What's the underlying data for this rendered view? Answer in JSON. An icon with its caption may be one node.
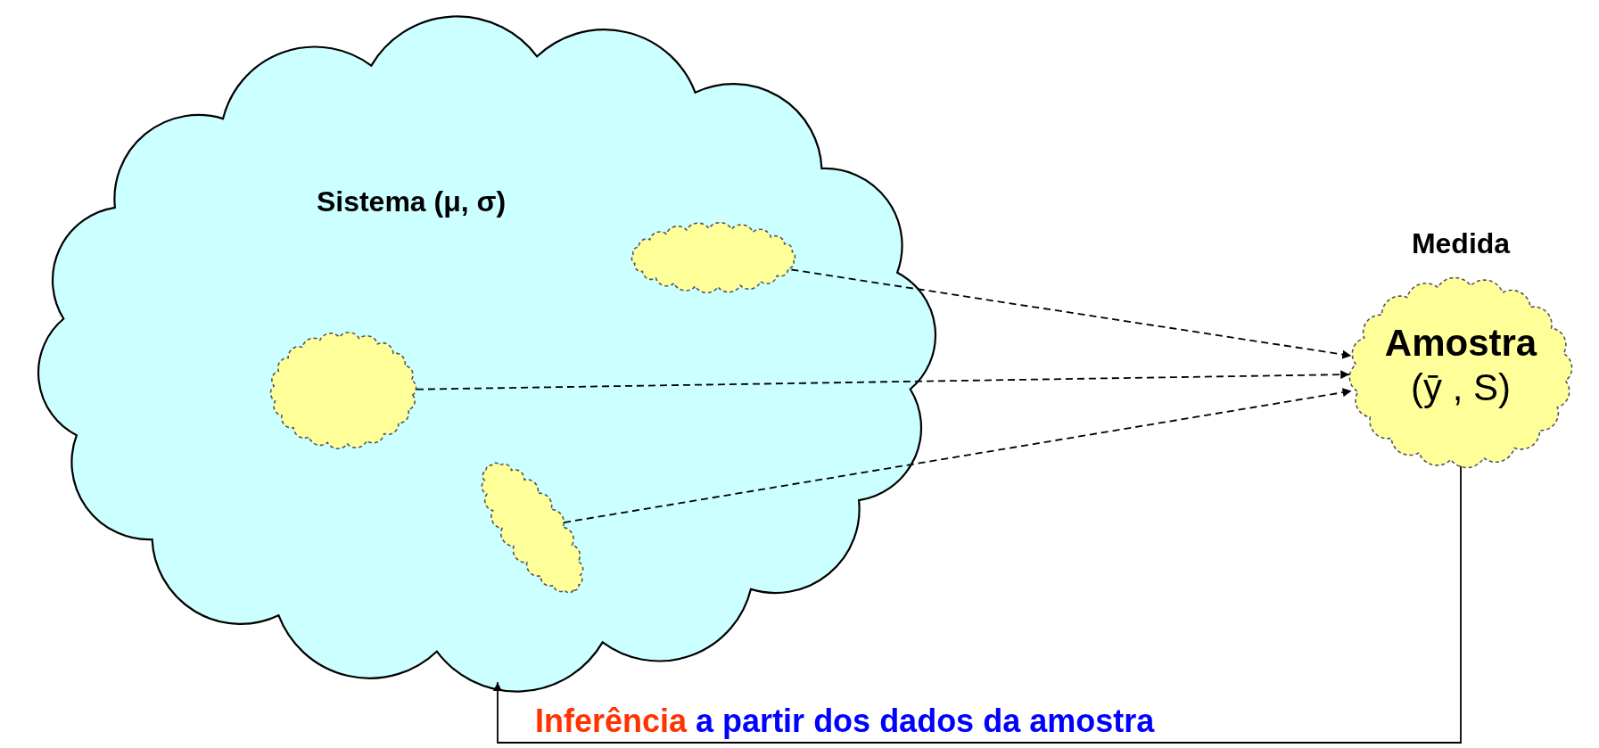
{
  "diagram": {
    "nodes": [
      {
        "text": [
          "Sistema (μ, σ)"
        ]
      },
      {
        "text": [],
        "shape": "cloud",
        "in": 0
      },
      {
        "text": [],
        "shape": "cloud",
        "in": 0
      },
      {
        "text": [],
        "shape": "cloud",
        "in": 0
      },
      {
        "text": [
          "Medida",
          "Amostra (ȳ , S)"
        ]
      }
    ],
    "edges": [
      {
        "from": 1,
        "to": 4,
        "arrow": "to",
        "style": "dashed"
      },
      {
        "from": 2,
        "to": 4,
        "arrow": "to",
        "style": "dashed"
      },
      {
        "from": 3,
        "to": 4,
        "arrow": "to",
        "style": "dashed"
      },
      {
        "from": 4,
        "to": 0,
        "arrow": "to",
        "label": "Inferência a partir dos dados da amostra"
      }
    ]
  }
}
